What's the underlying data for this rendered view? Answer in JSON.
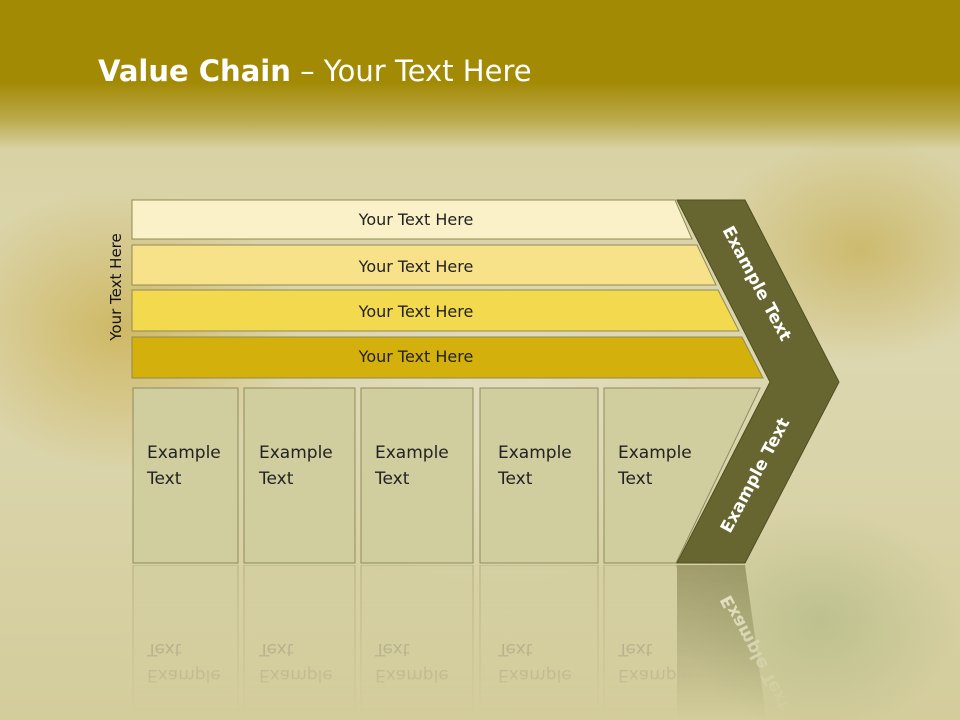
{
  "slide": {
    "title_bold": "Value Chain",
    "title_rest": " – Your Text Here",
    "side_label": "Your Text Here"
  },
  "bands": [
    {
      "label": "Your Text Here",
      "color": "#fbf1c8"
    },
    {
      "label": "Your Text Here",
      "color": "#f7e28a"
    },
    {
      "label": "Your Text Here",
      "color": "#f2d94e"
    },
    {
      "label": "Your Text Here",
      "color": "#d3b00c"
    }
  ],
  "boxes": [
    {
      "line1": "Example",
      "line2": "Text"
    },
    {
      "line1": "Example",
      "line2": "Text"
    },
    {
      "line1": "Example",
      "line2": "Text"
    },
    {
      "line1": "Example",
      "line2": "Text"
    },
    {
      "line1": "Example",
      "line2": "Text"
    }
  ],
  "chevron": {
    "upper_label": "Example Text",
    "lower_label": "Example Text",
    "color": "#676631"
  },
  "colors": {
    "header": "#a38a05",
    "box_fill": "#d0cd9f",
    "box_stroke": "#8f8c5c"
  }
}
